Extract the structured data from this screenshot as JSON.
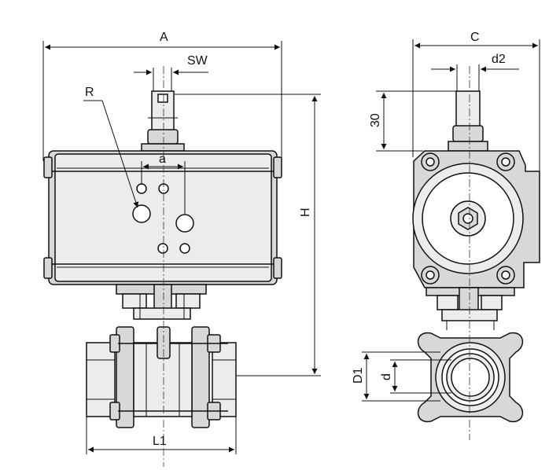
{
  "title": "Pneumatic actuated 3-piece ball valve dimension drawing",
  "views": {
    "front": {
      "labels": {
        "overall_width": "A",
        "stem_flats": "SW",
        "port_radius": "R",
        "port_spacing": "a",
        "height": "H",
        "body_length": "L1"
      }
    },
    "side": {
      "labels": {
        "actuator_width": "C",
        "stem_dia": "d2",
        "stem_height": "30",
        "pipe_outer": "D1",
        "bore": "d"
      }
    }
  }
}
